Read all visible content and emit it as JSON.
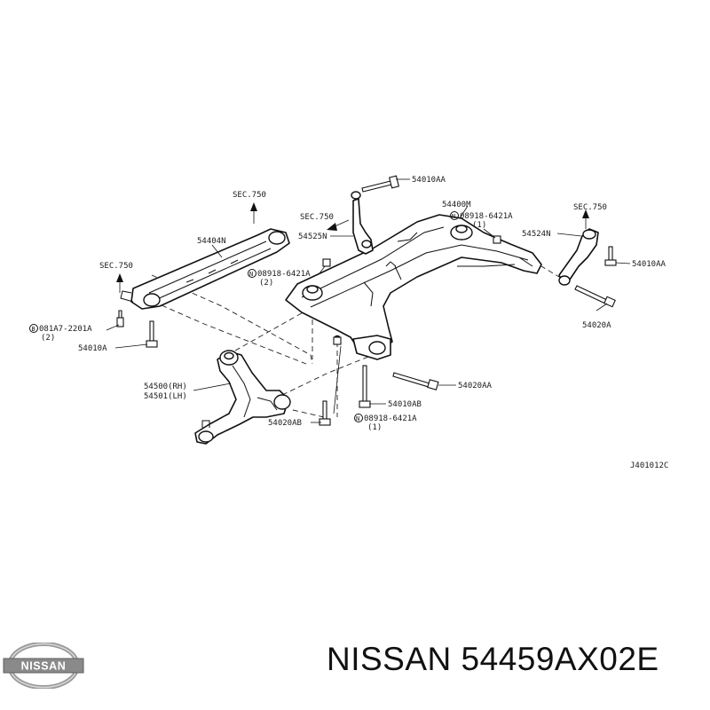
{
  "diagram": {
    "labels": {
      "sec750_left_top": "SEC.750",
      "sec750_left_mid": "SEC.750",
      "sec750_center": "SEC.750",
      "sec750_right": "SEC.750",
      "p54404N": "54404N",
      "p08918_left_a": "08918-6421A",
      "p08918_left_b": "(2)",
      "p081A7_a": "081A7-2201A",
      "p081A7_b": "(2)",
      "p54010A": "54010A",
      "p54010AA_top": "54010AA",
      "p54400M": "54400M",
      "p08918_top_a": "08918-6421A",
      "p08918_top_b": "(1)",
      "p54525N": "54525N",
      "p54524N": "54524N",
      "p54010AA_right": "54010AA",
      "p54020A": "54020A",
      "p54500": "54500(RH)",
      "p54501": "54501(LH)",
      "p54020AA": "54020AA",
      "p54010AB": "54010AB",
      "p54020AB": "54020AB",
      "p08918_bottom_a": "08918-6421A",
      "p08918_bottom_b": "(1)",
      "circle_n": "N",
      "circle_b": "B",
      "drawing_code": "J401012C"
    }
  },
  "footer": {
    "logo_text": "NISSAN",
    "title": "NISSAN 54459AX02E"
  }
}
